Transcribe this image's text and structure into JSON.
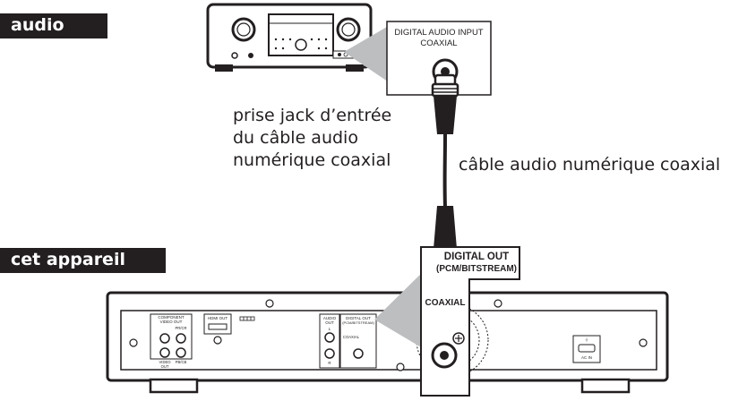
{
  "labels": {
    "audio": "audio",
    "unit": "cet appareil"
  },
  "captions": {
    "jack_line1": "prise jack d’entrée",
    "jack_line2": "du câble audio",
    "jack_line3": "numérique coaxial",
    "cable": "câble audio numérique coaxial"
  },
  "audio_input_callout": {
    "line1": "DIGITAL AUDIO INPUT",
    "line2": "COAXIAL"
  },
  "digital_out_callout": {
    "line1": "DIGITAL OUT",
    "line2": "(PCM/BITSTREAM)",
    "coaxial": "COAXIAL"
  },
  "panel_labels": {
    "component": "COMPONENT",
    "video_out_top": "VIDEO OUT",
    "pr_cr": "PR/CR",
    "video": "VIDEO",
    "out": "OUT",
    "pb_cb": "PB/CB",
    "hdmi_out": "HDMI OUT",
    "audio": "AUDIO",
    "audio_out": "OUT",
    "l": "L",
    "r": "R",
    "digital_out": "DIGITAL OUT",
    "pcm": "(PCM/BITSTREAM)",
    "coaxial": "COAXIAL",
    "ac_in": "AC IN"
  }
}
